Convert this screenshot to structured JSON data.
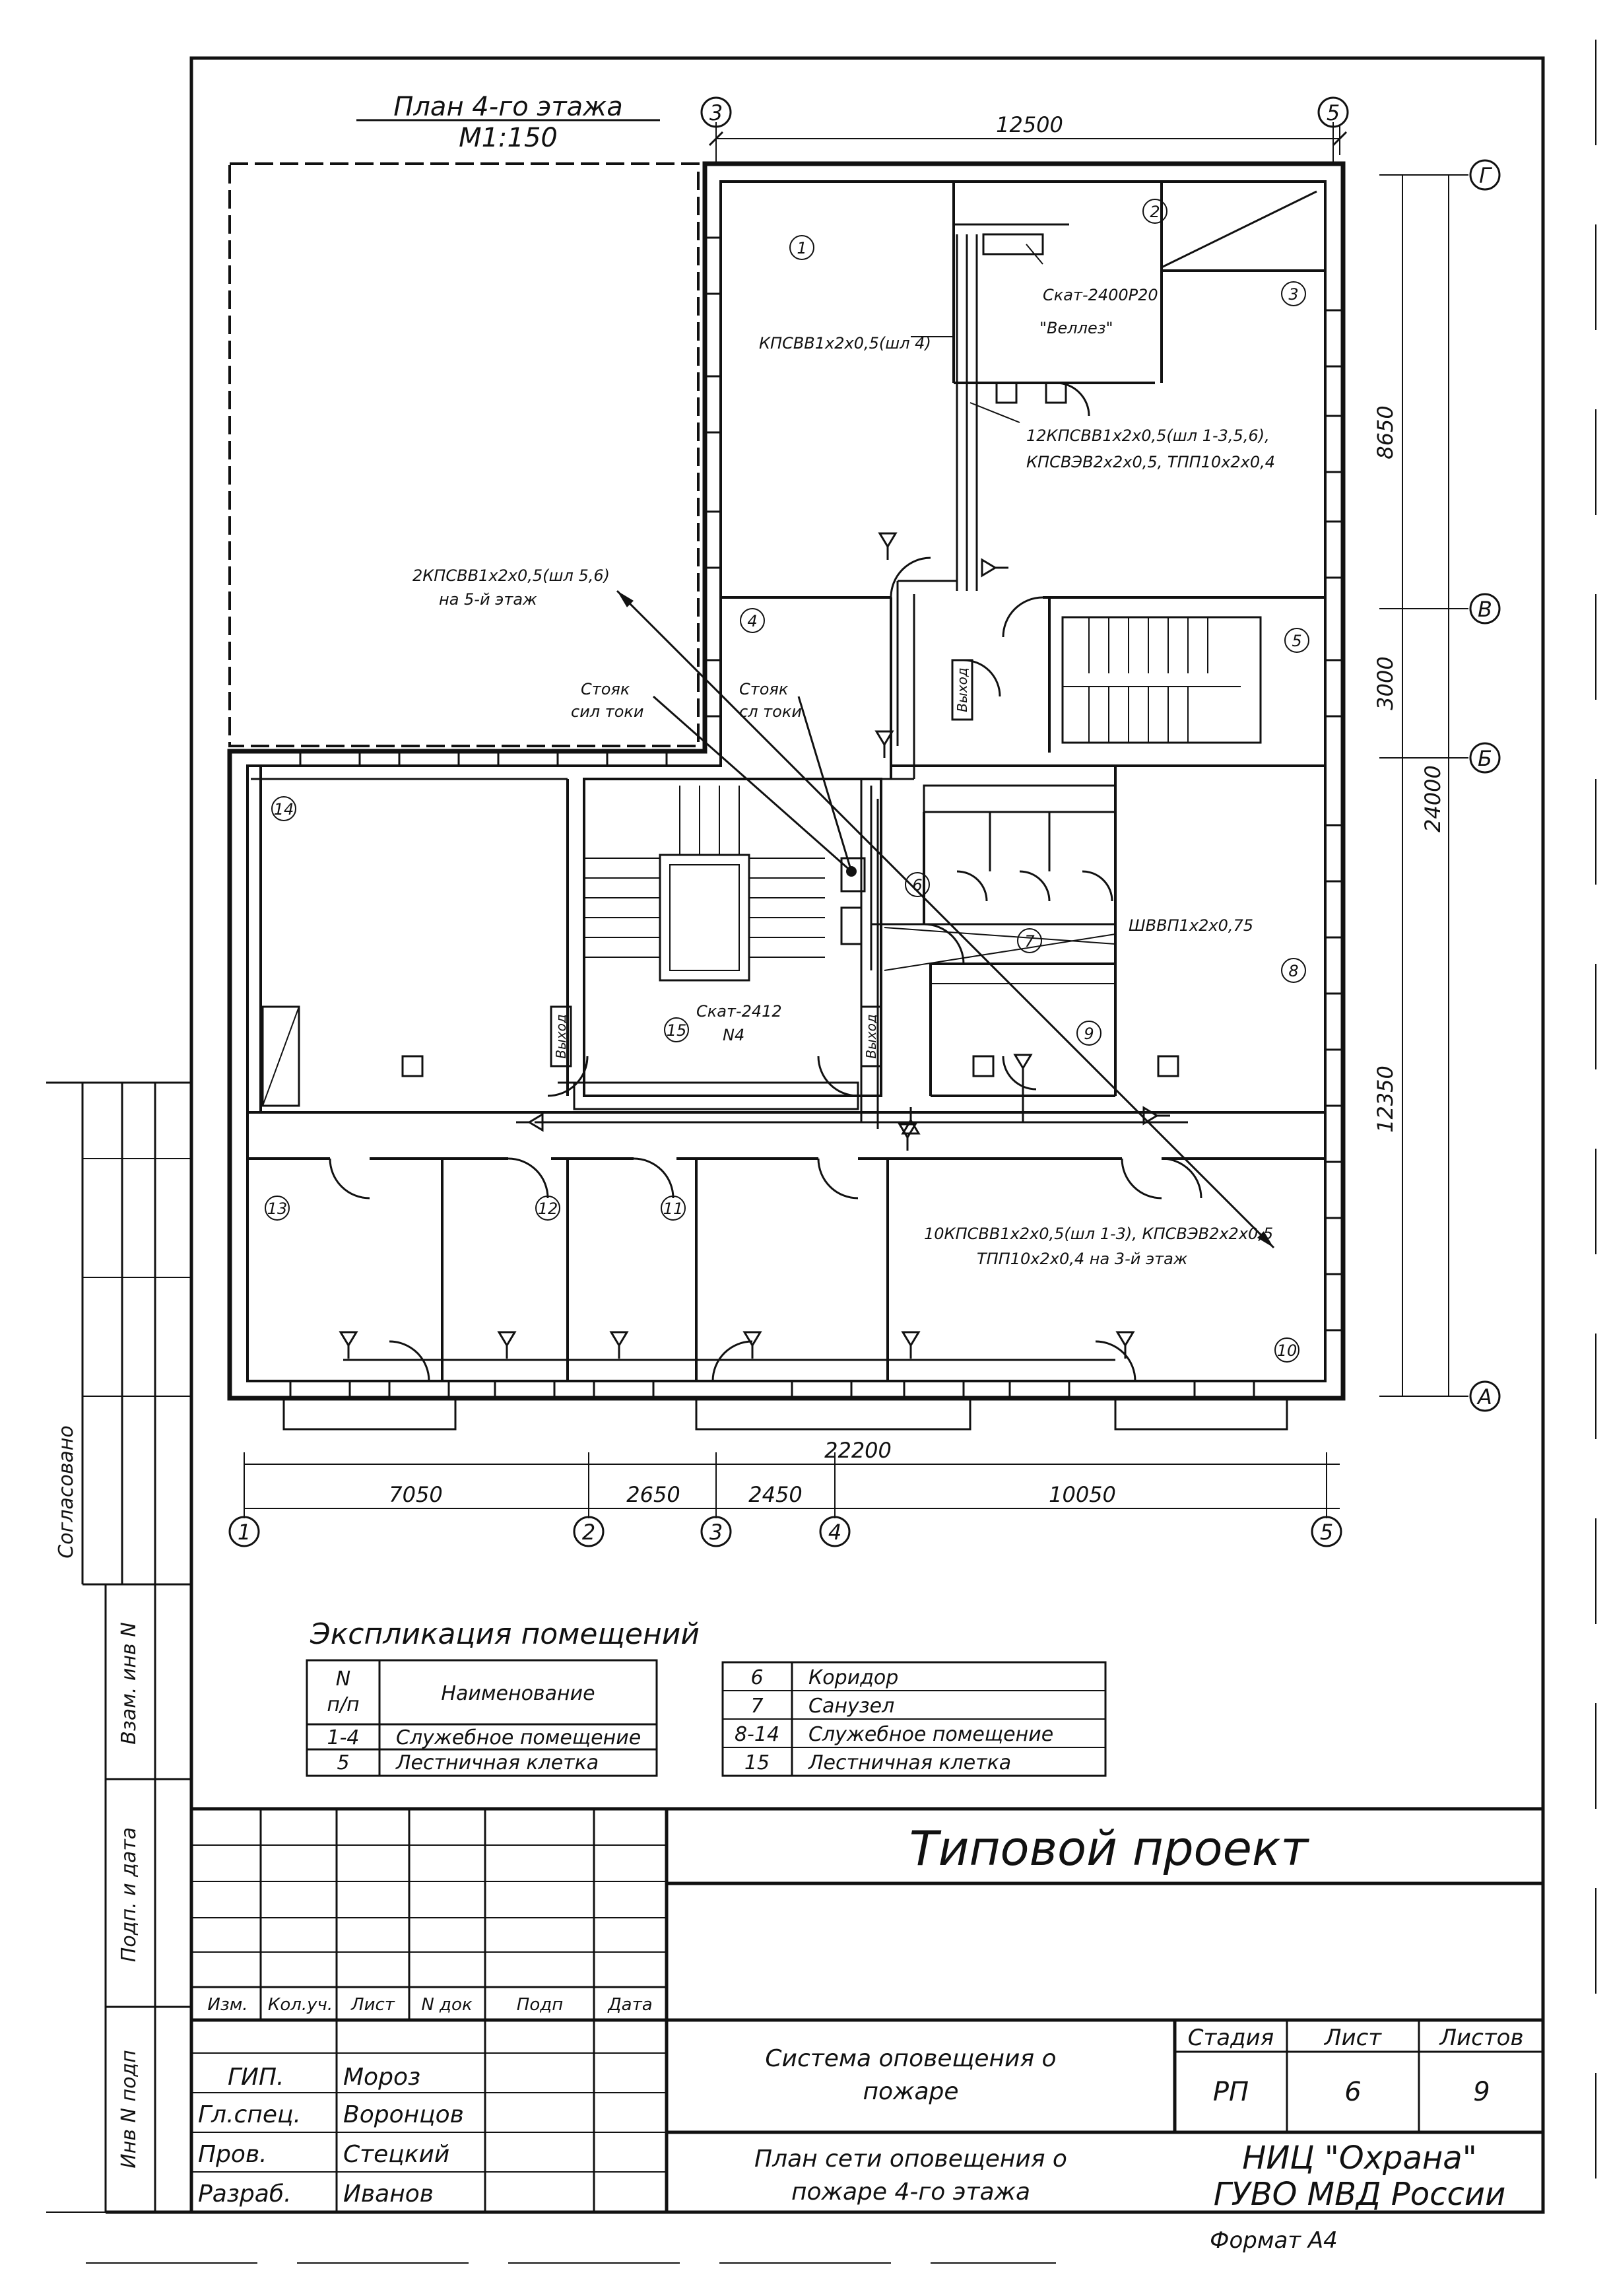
{
  "plan": {
    "title": "План 4-го этажа",
    "scale": "М1:150",
    "axes_h": [
      "1",
      "2",
      "3",
      "4",
      "5"
    ],
    "axes_v": [
      "А",
      "Б",
      "В",
      "Г"
    ],
    "dims_top": "12500",
    "dims_bottom_total": "22200",
    "dims_bottom": [
      "7050",
      "2650",
      "2450",
      "10050"
    ],
    "dims_right": [
      "8650",
      "3000",
      "12350"
    ],
    "dim_right_total": "24000",
    "rooms": [
      "1",
      "2",
      "3",
      "4",
      "5",
      "6",
      "7",
      "8",
      "9",
      "10",
      "11",
      "12",
      "13",
      "14",
      "15"
    ],
    "exit_label": "Выход",
    "labels": {
      "skat_2400": "Скат-2400Р20",
      "vellez": "\"Веллез\"",
      "cable_1": "КПСВВ1х2х0,5(шл 4)",
      "cable_2a": "12КПСВВ1х2х0,5(шл 1-3,5,6),",
      "cable_2b": "КПСВЭВ2х2х0,5,  ТПП10х2х0,4",
      "cable_3a": "2КПСВВ1х2х0,5(шл 5,6)",
      "cable_3b": "на 5-й этаж",
      "stoyak_1a": "Стояк",
      "stoyak_1b": "сил токи",
      "stoyak_2a": "Стояк",
      "stoyak_2b": "сл токи",
      "shvvp": "ШВВП1х2х0,75",
      "skat_2412a": "Скат-2412",
      "skat_2412b": "N4",
      "cable_4a": "10КПСВВ1х2х0,5(шл 1-3), КПСВЭВ2х2х0,5",
      "cable_4b": "ТПП10х2х0,4 на 3-й этаж"
    }
  },
  "explication": {
    "title": "Экспликация помещений",
    "head_n": "N",
    "head_np": "п/п",
    "head_name": "Наименование",
    "left_rows": [
      {
        "n": "1-4",
        "name": "Служебное помещение"
      },
      {
        "n": "5",
        "name": "Лестничная клетка"
      }
    ],
    "right_rows": [
      {
        "n": "6",
        "name": "Коридор"
      },
      {
        "n": "7",
        "name": "Санузел"
      },
      {
        "n": "8-14",
        "name": "Служебное помещение"
      },
      {
        "n": "15",
        "name": "Лестничная клетка"
      }
    ]
  },
  "side_stamps": [
    "Согласовано",
    "Взам. инв N",
    "Подп. и дата",
    "Инв N подп"
  ],
  "title_block": {
    "project": "Типовой проект",
    "columns": [
      "Изм.",
      "Кол.уч.",
      "Лист",
      "N док",
      "Подп",
      "Дата"
    ],
    "people": [
      {
        "role": "ГИП.",
        "name": "Мороз"
      },
      {
        "role": "Гл.спец.",
        "name": "Воронцов"
      },
      {
        "role": "Пров.",
        "name": "Стецкий"
      },
      {
        "role": "Разраб.",
        "name": "Иванов"
      }
    ],
    "system": "Система оповещения о пожаре",
    "system_line1": "Система оповещения о",
    "system_line2": "пожаре",
    "sheet_title_line1": "План сети оповещения о",
    "sheet_title_line2": "пожаре 4-го этажа",
    "stage_label": "Стадия",
    "sheet_label": "Лист",
    "sheets_label": "Листов",
    "stage": "РП",
    "sheet": "6",
    "sheets": "9",
    "org_line1": "НИЦ \"Охрана\"",
    "org_line2": "ГУВО МВД России",
    "format": "Формат А4"
  }
}
